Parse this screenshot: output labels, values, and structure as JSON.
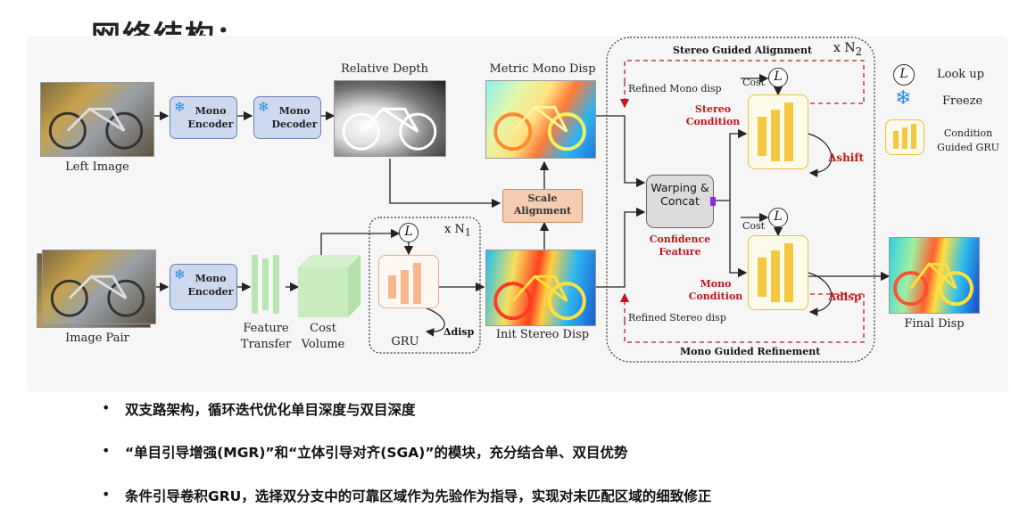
{
  "title": "网络结构：",
  "images": {
    "left_image": "Left Image",
    "image_pair": "Image Pair",
    "relative_depth": "Relative Depth",
    "metric_mono_disp": "Metric Mono Disp",
    "init_stereo_disp": "Init Stereo Disp",
    "final_disp": "Final Disp"
  },
  "modules": {
    "mono_encoder_top": "Mono Encoder",
    "mono_decoder": "Mono Decoder",
    "mono_encoder_bottom": "Mono Encoder",
    "scale_alignment": "Scale Alignment",
    "warping_concat": "Warping & Concat",
    "feature_transfer": "Feature Transfer",
    "cost_volume": "Cost Volume",
    "gru": "GRU",
    "delta_disp_gru": "Δdisp",
    "xn1": "x N",
    "xn1_sub": "1",
    "xn2": "x N",
    "xn2_sub": "2"
  },
  "sga": {
    "stereo_guided_alignment": "Stereo Guided Alignment",
    "mono_guided_refinement": "Mono Guided Refinement",
    "refined_mono_disp": "Refined Mono disp",
    "refined_stereo_disp": "Refined Stereo disp",
    "cost_top": "Cost",
    "cost_bottom": "Cost",
    "stereo_condition": "Stereo Condition",
    "mono_condition": "Mono Condition",
    "confidence_feature": "Confidence Feature",
    "delta_shift": "Δshift",
    "delta_disp": "Δdisp"
  },
  "legend": {
    "look_up": "Look up",
    "freeze": "Freeze",
    "condition_guided_gru": "Condition Guided GRU",
    "l_symbol": "L",
    "snow_symbol": "❄"
  },
  "bullets": [
    "双支路架构，循环迭代优化单目深度与双目深度",
    "“单目引导增强(MGR)”和“立体引导对齐(SGA)”的模块，充分结合单、双目优势",
    "条件引导卷积GRU，选择双分支中的可靠区域作为先验作为指导，实现对未匹配区域的细致修正"
  ],
  "bullet_mark": "•",
  "colors": {
    "module_blue": "#cdd9ee",
    "scale_orange": "#f6cdb0",
    "condition_red": "#c0181c",
    "gru_yellow": "#f5c842",
    "freeze_blue": "#2a8be0"
  }
}
